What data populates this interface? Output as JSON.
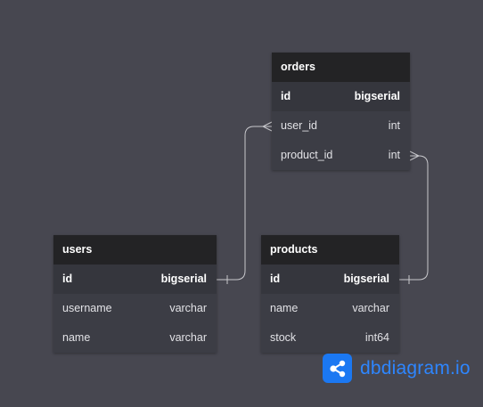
{
  "tables": {
    "orders": {
      "name": "orders",
      "fields": [
        {
          "name": "id",
          "type": "bigserial",
          "pk": true
        },
        {
          "name": "user_id",
          "type": "int",
          "pk": false
        },
        {
          "name": "product_id",
          "type": "int",
          "pk": false
        }
      ]
    },
    "users": {
      "name": "users",
      "fields": [
        {
          "name": "id",
          "type": "bigserial",
          "pk": true
        },
        {
          "name": "username",
          "type": "varchar",
          "pk": false
        },
        {
          "name": "name",
          "type": "varchar",
          "pk": false
        }
      ]
    },
    "products": {
      "name": "products",
      "fields": [
        {
          "name": "id",
          "type": "bigserial",
          "pk": true
        },
        {
          "name": "name",
          "type": "varchar",
          "pk": false
        },
        {
          "name": "stock",
          "type": "int64",
          "pk": false
        }
      ]
    }
  },
  "relationships": [
    {
      "from": "users.id",
      "to": "orders.user_id",
      "type": "one-to-many"
    },
    {
      "from": "products.id",
      "to": "orders.product_id",
      "type": "one-to-many"
    }
  ],
  "brand": {
    "text": "dbdiagram.io",
    "color": "#2e86ff"
  },
  "colors": {
    "background": "#474750",
    "table_header": "#232325",
    "table_body": "#3c3d45",
    "connector": "#c8c8cc"
  }
}
